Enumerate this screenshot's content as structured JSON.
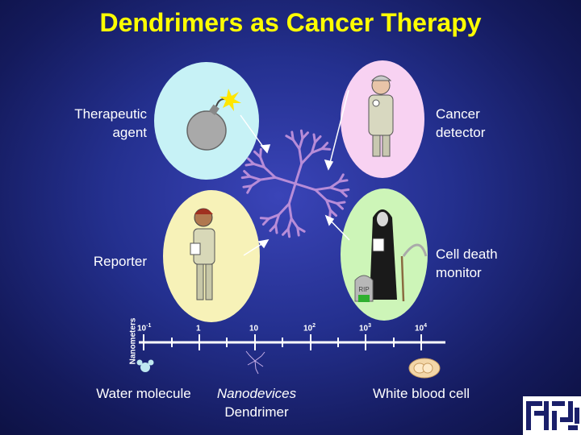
{
  "title": "Dendrimers as Cancer Therapy",
  "labels": {
    "therapeutic_agent": "Therapeutic agent",
    "cancer_detector": "Cancer detector",
    "reporter": "Reporter",
    "cell_death_monitor": "Cell death monitor"
  },
  "scale": {
    "axis_title": "Nanometers",
    "ticks": [
      {
        "base": "10",
        "exp": "-1"
      },
      {
        "base": "1",
        "exp": ""
      },
      {
        "base": "10",
        "exp": ""
      },
      {
        "base": "10",
        "exp": "2"
      },
      {
        "base": "10",
        "exp": "3"
      },
      {
        "base": "10",
        "exp": "4"
      }
    ]
  },
  "bottom": {
    "water": "Water molecule",
    "nano_line1": "Nanodevices",
    "nano_line2": "Dendrimer",
    "wbc": "White blood cell"
  },
  "tombstone_text": "RIP",
  "colors": {
    "title": "#ffff00",
    "oval_blue": "#c7f2f6",
    "oval_pink": "#f8d2f2",
    "oval_yellow": "#f7f2b8",
    "oval_green": "#cdf5b8",
    "dendrimer": "#b78cd8"
  }
}
